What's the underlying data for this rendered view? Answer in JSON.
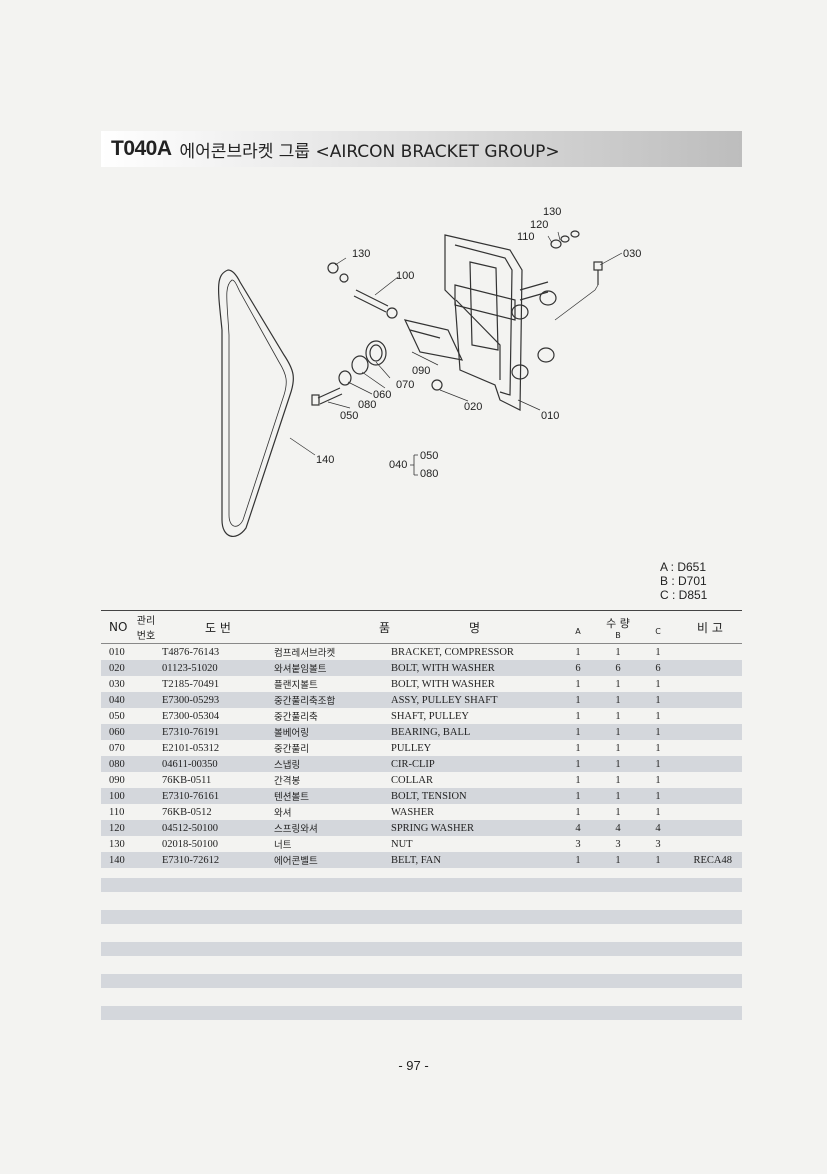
{
  "title": {
    "code": "T040A",
    "name": "에어콘브라켓 그룹 <AIRCON BRACKET GROUP>"
  },
  "diagram_labels": {
    "p130a": "130",
    "p120": "120",
    "p110": "110",
    "p130b": "130",
    "p030": "030",
    "p100": "100",
    "p090": "090",
    "p070": "070",
    "p060": "060",
    "p080": "080",
    "p050": "050",
    "p020": "020",
    "p010": "010",
    "p140": "140",
    "group040": "040",
    "group050": "050",
    "group080": "080"
  },
  "legend": [
    "A : D651",
    "B : D701",
    "C : D851"
  ],
  "table": {
    "headers": {
      "no": "NO",
      "mgmt": "관리 번호",
      "drawing": "도 번",
      "name_a": "품",
      "name_b": "명",
      "qty": "수 량",
      "a": "A",
      "b": "B",
      "c": "C",
      "note": "비 고"
    },
    "rows": [
      {
        "no": "010",
        "part": "T4876-76143",
        "kor": "컴프레서브라켓",
        "eng": "BRACKET, COMPRESSOR",
        "a": "1",
        "b": "1",
        "c": "1",
        "note": ""
      },
      {
        "no": "020",
        "part": "01123-51020",
        "kor": "와셔붙임볼트",
        "eng": "BOLT, WITH WASHER",
        "a": "6",
        "b": "6",
        "c": "6",
        "note": ""
      },
      {
        "no": "030",
        "part": "T2185-70491",
        "kor": "플랜지볼트",
        "eng": "BOLT, WITH WASHER",
        "a": "1",
        "b": "1",
        "c": "1",
        "note": ""
      },
      {
        "no": "040",
        "part": "E7300-05293",
        "kor": "중간풀리축조합",
        "eng": "ASSY, PULLEY SHAFT",
        "a": "1",
        "b": "1",
        "c": "1",
        "note": ""
      },
      {
        "no": "050",
        "part": "E7300-05304",
        "kor": "중간풀리축",
        "eng": "SHAFT, PULLEY",
        "a": "1",
        "b": "1",
        "c": "1",
        "note": ""
      },
      {
        "no": "060",
        "part": "E7310-76191",
        "kor": "볼베어링",
        "eng": "BEARING, BALL",
        "a": "1",
        "b": "1",
        "c": "1",
        "note": ""
      },
      {
        "no": "070",
        "part": "E2101-05312",
        "kor": "중간풀리",
        "eng": "PULLEY",
        "a": "1",
        "b": "1",
        "c": "1",
        "note": ""
      },
      {
        "no": "080",
        "part": "04611-00350",
        "kor": "스냅링",
        "eng": "CIR-CLIP",
        "a": "1",
        "b": "1",
        "c": "1",
        "note": ""
      },
      {
        "no": "090",
        "part": "76KB-0511",
        "kor": "간격봉",
        "eng": "COLLAR",
        "a": "1",
        "b": "1",
        "c": "1",
        "note": ""
      },
      {
        "no": "100",
        "part": "E7310-76161",
        "kor": "텐션볼트",
        "eng": "BOLT, TENSION",
        "a": "1",
        "b": "1",
        "c": "1",
        "note": ""
      },
      {
        "no": "110",
        "part": "76KB-0512",
        "kor": "와셔",
        "eng": "WASHER",
        "a": "1",
        "b": "1",
        "c": "1",
        "note": ""
      },
      {
        "no": "120",
        "part": "04512-50100",
        "kor": "스프링와셔",
        "eng": "SPRING WASHER",
        "a": "4",
        "b": "4",
        "c": "4",
        "note": ""
      },
      {
        "no": "130",
        "part": "02018-50100",
        "kor": "너트",
        "eng": "NUT",
        "a": "3",
        "b": "3",
        "c": "3",
        "note": ""
      },
      {
        "no": "140",
        "part": "E7310-72612",
        "kor": "에어콘벨트",
        "eng": "BELT, FAN",
        "a": "1",
        "b": "1",
        "c": "1",
        "note": "RECA48"
      }
    ]
  },
  "page_number": "- 97 -"
}
